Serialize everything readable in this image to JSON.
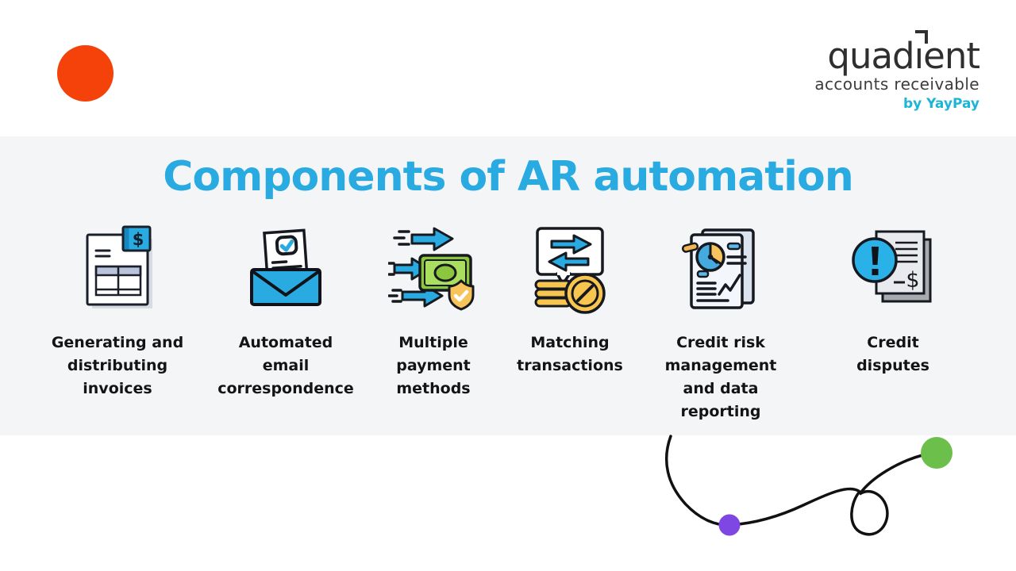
{
  "page": {
    "background": "#ffffff",
    "band_color": "#f4f5f7"
  },
  "decor": {
    "orange_dot_color": "#f4420a",
    "squiggle_color": "#111111",
    "purple_dot_color": "#7e46e2",
    "green_dot_color": "#6cbf4a"
  },
  "logo": {
    "word_part1": "quad",
    "word_i": "ı",
    "word_part2": "ent",
    "subtitle": "accounts receivable",
    "byline": "by YayPay",
    "byline_color": "#1cb5d6"
  },
  "title": {
    "text": "Components of AR automation",
    "color": "#29abe2"
  },
  "items": [
    {
      "icon": "invoice-icon",
      "label": "Generating and\ndistributing\ninvoices"
    },
    {
      "icon": "email-envelope-icon",
      "label": "Automated\nemail\ncorrespondence"
    },
    {
      "icon": "payment-arrows-icon",
      "label": "Multiple\npayment\nmethods"
    },
    {
      "icon": "matching-transactions-icon",
      "label": "Matching\ntransactions"
    },
    {
      "icon": "credit-report-icon",
      "label": "Credit risk\nmanagement\nand data\nreporting"
    },
    {
      "icon": "credit-dispute-icon",
      "label": "Credit\ndisputes"
    }
  ]
}
